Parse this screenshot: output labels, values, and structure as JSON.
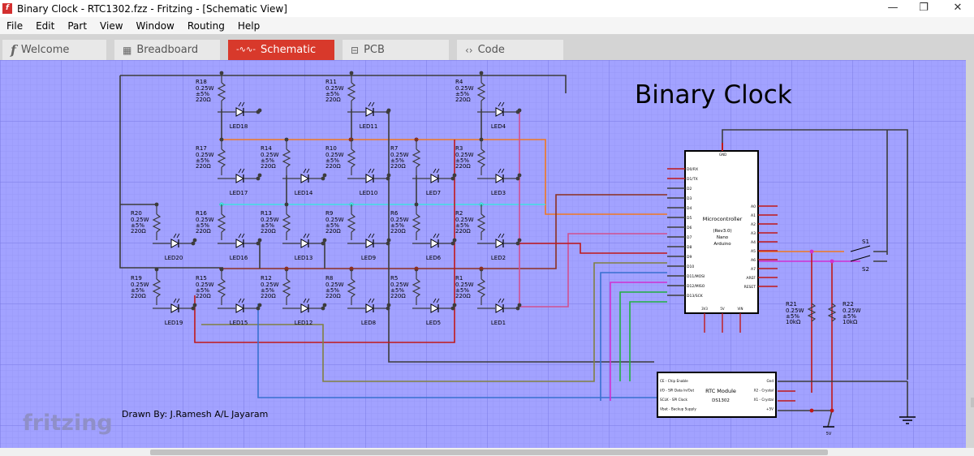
{
  "window": {
    "title": "Binary Clock - RTC1302.fzz - Fritzing - [Schematic View]",
    "minimize_glyph": "—",
    "maximize_glyph": "❐",
    "close_glyph": "✕"
  },
  "menu": [
    "File",
    "Edit",
    "Part",
    "View",
    "Window",
    "Routing",
    "Help"
  ],
  "tabs": [
    {
      "label": "Welcome",
      "icon": "fritzing-f-icon",
      "glyph": "f"
    },
    {
      "label": "Breadboard",
      "icon": "breadboard-icon",
      "glyph": "▦"
    },
    {
      "label": "Schematic",
      "icon": "schematic-icon",
      "glyph": "-∿∿-"
    },
    {
      "label": "PCB",
      "icon": "pcb-icon",
      "glyph": "⊟"
    },
    {
      "label": "Code",
      "icon": "code-icon",
      "glyph": "‹›"
    }
  ],
  "active_tab": "Schematic",
  "schematic": {
    "title": "Binary Clock",
    "drawn_by": "Drawn By: J.Ramesh A/L Jayaram",
    "watermark": "fritzing",
    "resistor_spec": [
      "0.25W",
      "±5%",
      "220Ω"
    ],
    "pullup_spec": [
      "0.25W",
      "±5%",
      "10kΩ"
    ],
    "resistors_row1": [
      "R18",
      "R11",
      "R4"
    ],
    "leds_row1": [
      "LED18",
      "LED11",
      "LED4"
    ],
    "resistors_row2": [
      "R17",
      "R14",
      "R10",
      "R7",
      "R3"
    ],
    "leds_row2": [
      "LED17",
      "LED14",
      "LED10",
      "LED7",
      "LED3"
    ],
    "resistors_row3": [
      "R20",
      "R16",
      "R13",
      "R9",
      "R6",
      "R2"
    ],
    "leds_row3": [
      "LED20",
      "LED16",
      "LED13",
      "LED9",
      "LED6",
      "LED2"
    ],
    "resistors_row4": [
      "R19",
      "R15",
      "R12",
      "R8",
      "R5",
      "R1"
    ],
    "leds_row4": [
      "LED19",
      "LED15",
      "LED12",
      "LED8",
      "LED5",
      "LED1"
    ],
    "pullups": [
      "R21",
      "R22"
    ],
    "switches": [
      "S1",
      "S2"
    ],
    "mcu": {
      "name": "Microcontroller",
      "sub1": "(Rev3.0)",
      "sub2": "Nano",
      "sub3": "Arduino",
      "top_pin": "GND",
      "left_pins": [
        "D0/RX",
        "D1/TX",
        "D2",
        "D3",
        "D4",
        "D5",
        "D6",
        "D7",
        "D8",
        "D9",
        "D10",
        "D11/MOSI",
        "D12/MISO",
        "D13/SCK"
      ],
      "right_pins": [
        "A0",
        "A1",
        "A2",
        "A3",
        "A4",
        "A5",
        "A6",
        "A7",
        "AREF",
        "RESET"
      ],
      "bottom_pins": [
        "3V3",
        "5V",
        "VIN"
      ]
    },
    "rtc": {
      "name": "RTC Module",
      "part": "DS1302",
      "left_pins": [
        "CE - Chip Enable",
        "I/O - SPI Data In/Out",
        "SCLK - SPI Clock",
        "Vbat - Backup Supply"
      ],
      "right_pins": [
        "Gnd",
        "X2 - Crystal",
        "X1 - Crystal",
        "+5V"
      ]
    },
    "vcc_label": "5V"
  }
}
